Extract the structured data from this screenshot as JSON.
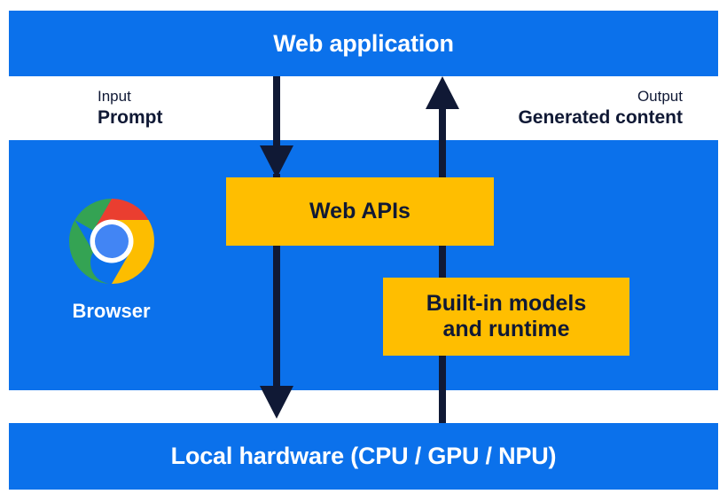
{
  "diagram": {
    "title_top": "Web application",
    "title_bottom": "Local hardware (CPU / GPU / NPU)",
    "colors": {
      "blue": "#0b71eb",
      "yellow": "#ffbe00",
      "navy": "#101935",
      "white": "#ffffff"
    }
  },
  "flows": {
    "input": {
      "label": "Input",
      "value": "Prompt",
      "direction": "down",
      "arrow_icon": "arrow-down-icon"
    },
    "output": {
      "label": "Output",
      "value": "Generated content",
      "direction": "up",
      "arrow_icon": "arrow-up-icon"
    }
  },
  "browser": {
    "label": "Browser",
    "logo_icon": "chrome-logo-icon",
    "logo_colors": {
      "red": "#ea3e30",
      "yellow": "#fdbd00",
      "green": "#34a353",
      "blue": "#4285f4",
      "ring": "#ffffff"
    }
  },
  "boxes": [
    {
      "id": "web-apis",
      "label": "Web APIs"
    },
    {
      "id": "built-in-models",
      "label": "Built-in models\nand runtime"
    }
  ]
}
